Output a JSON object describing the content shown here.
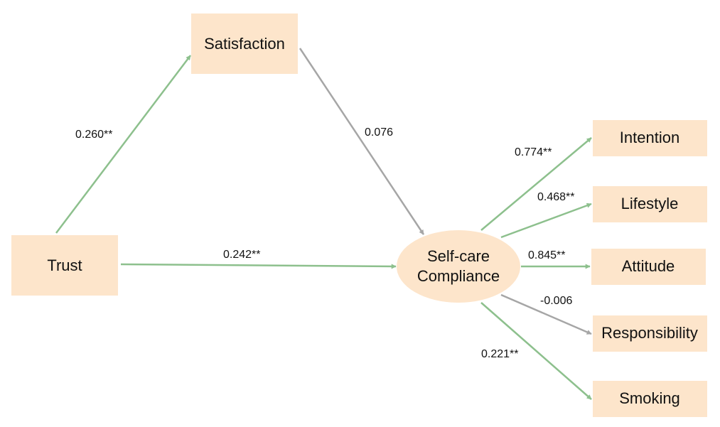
{
  "colors": {
    "node_fill": "#fde5cb",
    "significant_arrow": "#8dc08d",
    "nonsignificant_arrow": "#a6a6a6",
    "text": "#111111",
    "background": "#ffffff"
  },
  "nodes": {
    "satisfaction": "Satisfaction",
    "trust": "Trust",
    "self_care_line1": "Self-care",
    "self_care_line2": "Compliance",
    "intention": "Intention",
    "lifestyle": "Lifestyle",
    "attitude": "Attitude",
    "responsibility": "Responsibility",
    "smoking": "Smoking"
  },
  "edges": {
    "trust_satisfaction": "0.260**",
    "satisfaction_selfcare": "0.076",
    "trust_selfcare": "0.242**",
    "selfcare_intention": "0.774**",
    "selfcare_lifestyle": "0.468**",
    "selfcare_attitude": "0.845**",
    "selfcare_responsibility": "-0.006",
    "selfcare_smoking": "0.221**"
  }
}
